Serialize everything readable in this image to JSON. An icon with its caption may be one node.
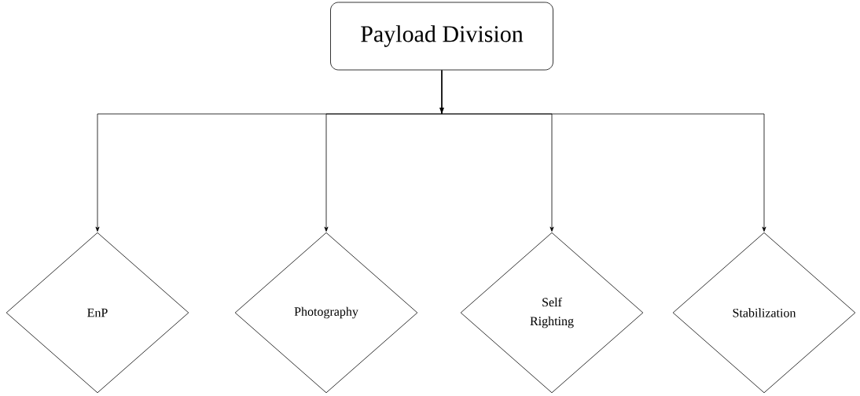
{
  "diagram": {
    "nodes": [
      {
        "text": [
          "Payload Division"
        ]
      },
      {
        "text": [
          "EnP"
        ]
      },
      {
        "text": [
          "Photography"
        ]
      },
      {
        "text": [
          "Self Righting"
        ]
      },
      {
        "text": [
          "Stabilization"
        ]
      }
    ],
    "edges": [
      {
        "from": 0,
        "to": 1,
        "arrow": "to"
      },
      {
        "from": 0,
        "to": 2,
        "arrow": "to"
      },
      {
        "from": 0,
        "to": 3,
        "arrow": "to"
      },
      {
        "from": 0,
        "to": 4,
        "arrow": "to"
      }
    ]
  }
}
